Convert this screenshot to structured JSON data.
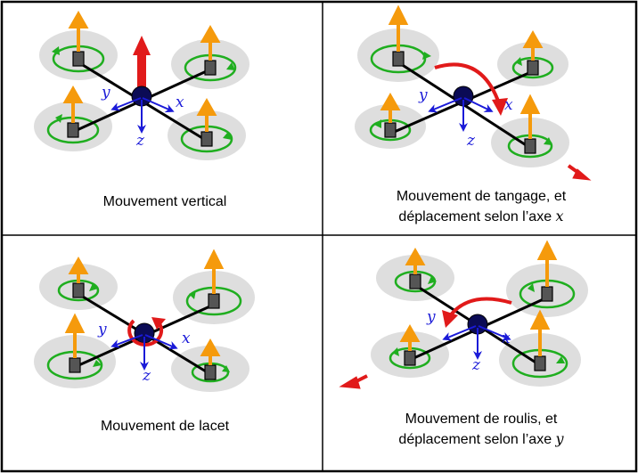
{
  "panels": [
    {
      "id": "vertical",
      "caption_lines": [
        "Mouvement vertical"
      ],
      "axes": {
        "x": "x",
        "y": "y",
        "z": "z"
      }
    },
    {
      "id": "tangage",
      "caption_lines": [
        "Mouvement de tangage, et",
        "déplacement selon l’axe "
      ],
      "caption_var": "x",
      "axes": {
        "x": "x",
        "y": "y",
        "z": "z"
      }
    },
    {
      "id": "lacet",
      "caption_lines": [
        "Mouvement de lacet"
      ],
      "axes": {
        "x": "x",
        "y": "y",
        "z": "z"
      }
    },
    {
      "id": "roulis",
      "caption_lines": [
        "Mouvement de roulis, et",
        "déplacement selon l’axe "
      ],
      "caption_var": "y",
      "axes": {
        "x": "x",
        "y": "y",
        "z": "z"
      }
    }
  ],
  "colors": {
    "thrust_arrow": "#f59a0c",
    "motion_arrow": "#e11a1a",
    "axis": "#1a1ad8",
    "rotation": "#1fae1f",
    "rotor_disc": "#dedede",
    "border": "#000000"
  },
  "icons": [
    "quadrotor-icon",
    "thrust-arrow-icon",
    "rotation-arrow-icon",
    "displacement-arrow-icon"
  ]
}
